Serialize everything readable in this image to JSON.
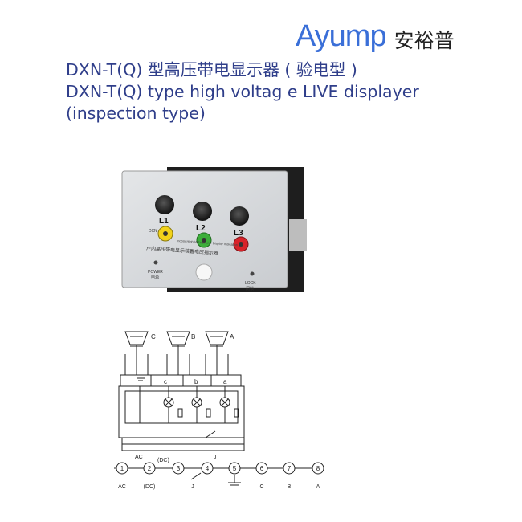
{
  "brand": {
    "name_en": "Ayump",
    "name_cn": "安裕普",
    "color": "#3a6fd8"
  },
  "title": {
    "line1": "DXN-T(Q) 型高压带电显示器 ( 验电型 )",
    "line2": "DXN-T(Q) type  high  voltag e  LIVE  displayer",
    "line3": "(inspection type)",
    "color": "#2f3e8a"
  },
  "product": {
    "phase_labels": [
      "L1",
      "L2",
      "L3"
    ],
    "jack_colors": [
      "#f2d21a",
      "#3cae3a",
      "#d8232a"
    ],
    "device_text_left": "DXN",
    "device_text_en": "Indoor High Voltage Live Display Indication",
    "device_text_cn": "户内高压带电显示装置电压指示器",
    "power_label": "POWER",
    "power_label_cn": "电源",
    "lock_label": "LOCK",
    "lock_label_cn": "闭锁"
  },
  "diagram": {
    "sensor_labels": [
      "C",
      "B",
      "A"
    ],
    "bus_labels": [
      "c",
      "b",
      "a"
    ],
    "bottom_labels": {
      "ac": "AC",
      "dc": "(DC)",
      "j": "J"
    },
    "terminal_numbers": [
      "1",
      "2",
      "3",
      "4",
      "5",
      "6",
      "7",
      "8"
    ],
    "terminal_labels": [
      "AC",
      "(DC)",
      "J",
      "C",
      "B",
      "A"
    ]
  }
}
